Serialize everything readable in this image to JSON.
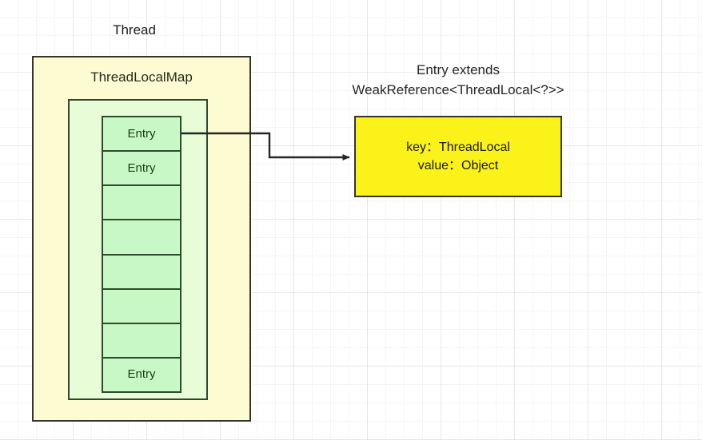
{
  "diagram": {
    "title_thread": "Thread",
    "title_threadlocalmap": "ThreadLocalMap",
    "entry_caption_line1": "Entry extends",
    "entry_caption_line2": "WeakReference<ThreadLocal<?>>",
    "kv_box": {
      "key_line": "key：ThreadLocal",
      "value_line": "value：Object"
    },
    "entry_rows": [
      {
        "label": "Entry"
      },
      {
        "label": "Entry"
      },
      {
        "label": ""
      },
      {
        "label": ""
      },
      {
        "label": ""
      },
      {
        "label": ""
      },
      {
        "label": ""
      },
      {
        "label": "Entry"
      }
    ],
    "colors": {
      "thread_fill": "#fcfbd2",
      "map_fill": "#e7fcd7",
      "entry_fill": "#c8f8c6",
      "kv_fill": "#faf219",
      "border_dark": "#35352b",
      "border_green": "#2e4a2c",
      "arrow": "#262626",
      "text": "#1a1a1a"
    }
  }
}
